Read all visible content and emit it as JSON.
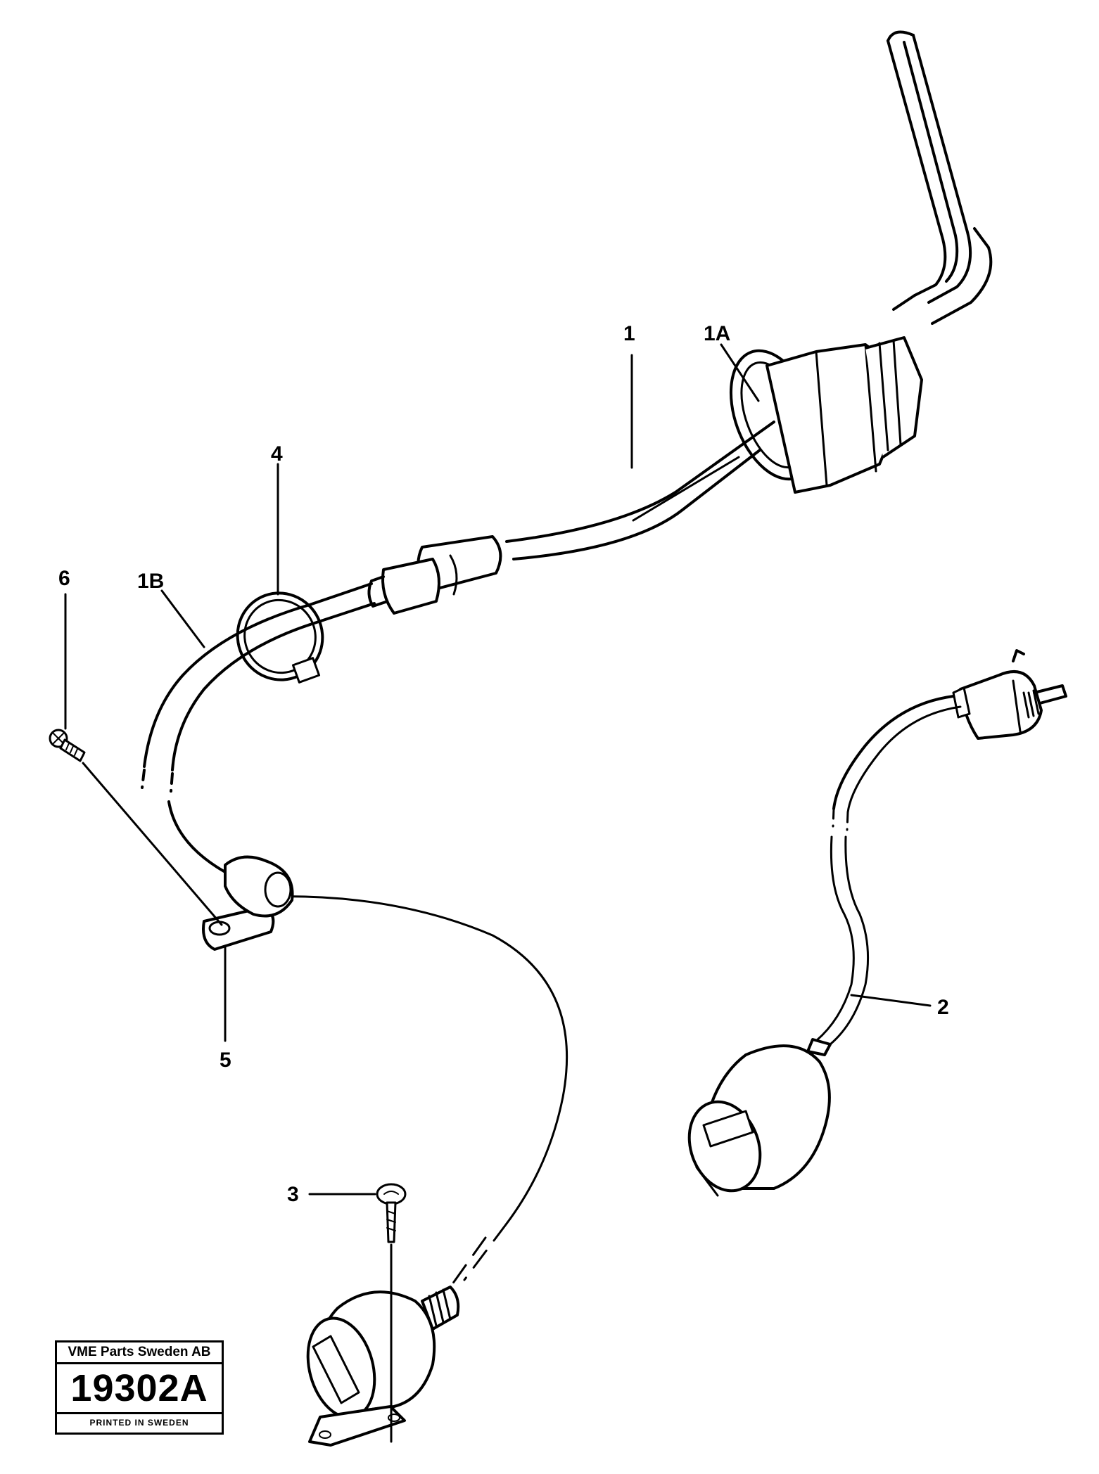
{
  "callouts": {
    "c1": "1",
    "c1a": "1A",
    "c1b": "1B",
    "c2": "2",
    "c3": "3",
    "c4": "4",
    "c5": "5",
    "c6": "6"
  },
  "stamp": {
    "company": "VME Parts Sweden AB",
    "drawing_number": "19302A",
    "printed": "PRINTED IN SWEDEN"
  }
}
